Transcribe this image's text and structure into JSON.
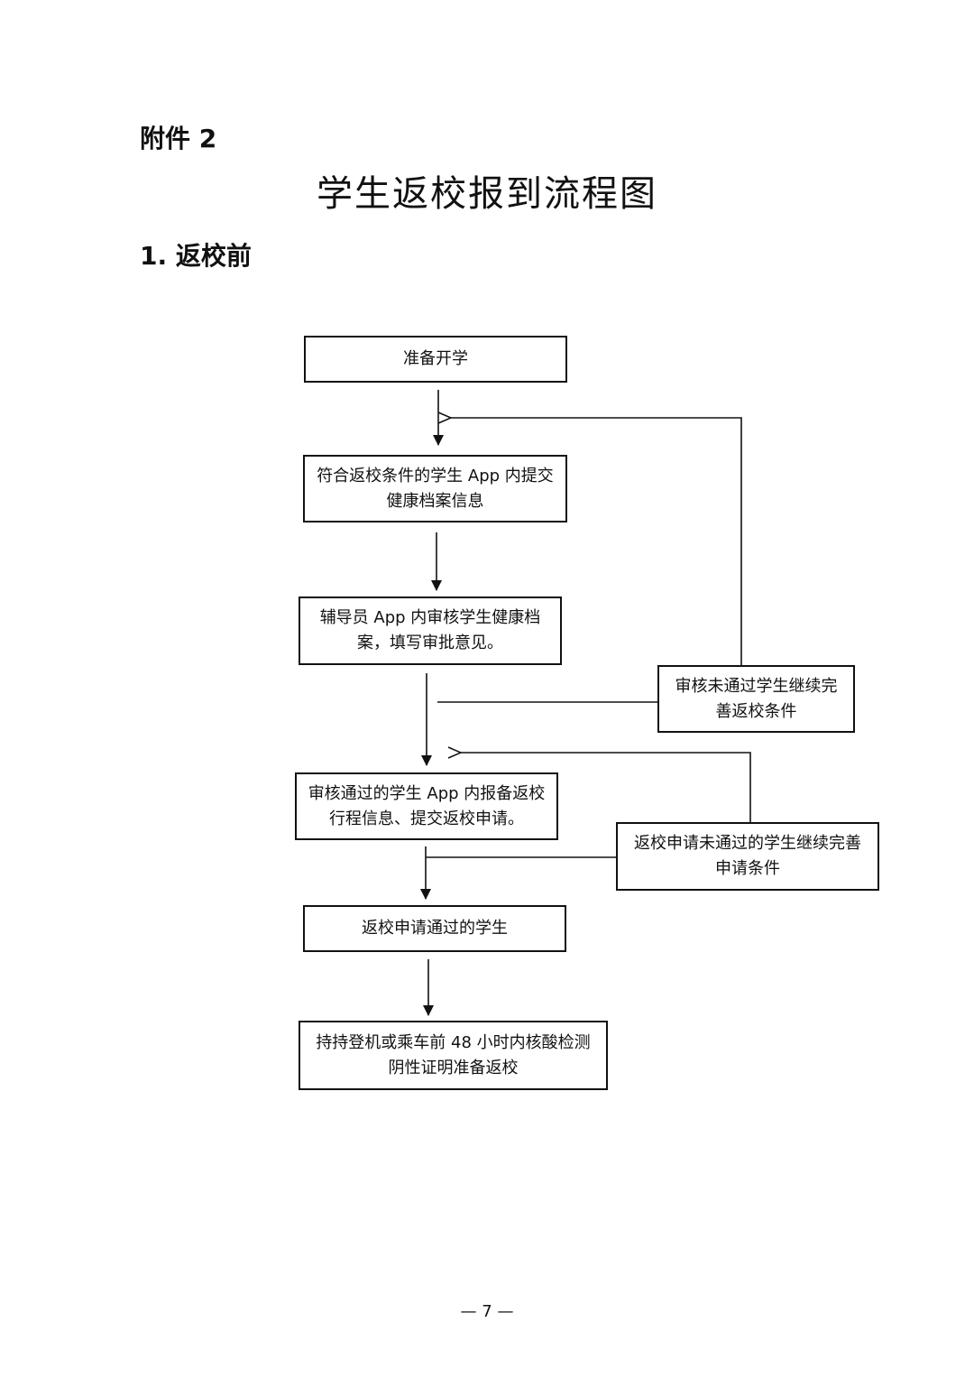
{
  "header": {
    "attachment": "附件 2",
    "title": "学生返校报到流程图",
    "section": "1. 返校前"
  },
  "flow": {
    "start": "准备开学",
    "submit_health": "符合返校条件的学生 App 内提交健康档案信息",
    "counselor_review": "辅导员 App 内审核学生健康档案，填写审批意见。",
    "review_failed": "审核未通过学生继续完善返校条件",
    "report_trip": "审核通过的学生 App 内报备返校行程信息、提交返校申请。",
    "apply_failed": "返校申请未通过的学生继续完善申请条件",
    "apply_passed": "返校申请通过的学生",
    "final": "持持登机或乘车前 48 小时内核酸检测阴性证明准备返校"
  },
  "footer": {
    "page": "— 7 —"
  }
}
